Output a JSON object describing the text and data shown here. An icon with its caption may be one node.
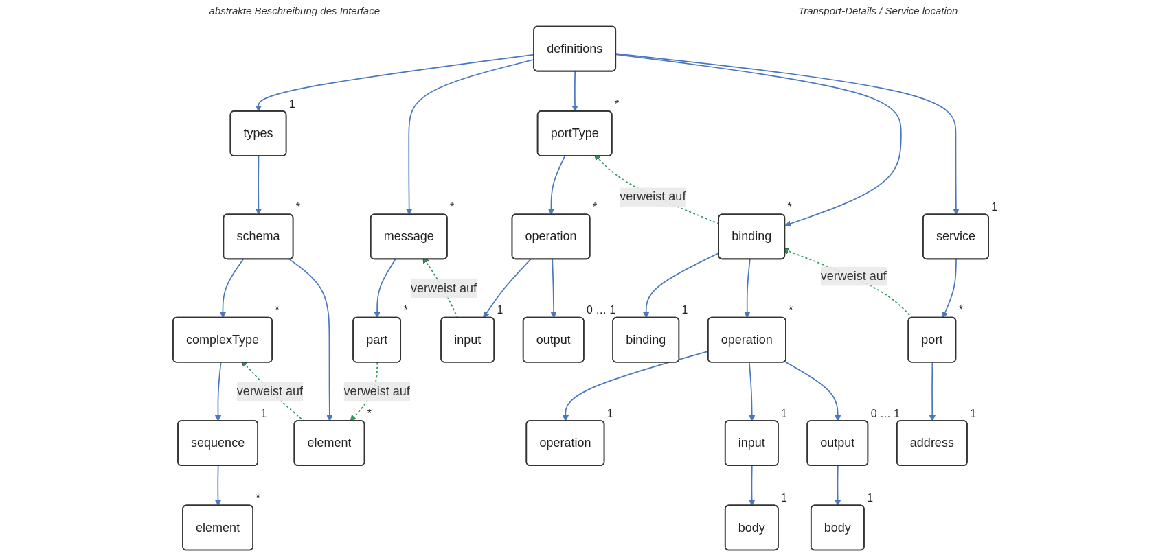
{
  "diagram": {
    "nodes": [
      {
        "text": [
          "definitions"
        ]
      },
      {
        "text": [
          "types"
        ],
        "beside": [
          "1"
        ]
      },
      {
        "text": [
          "message"
        ],
        "beside": [
          "*"
        ]
      },
      {
        "text": [
          "portType"
        ],
        "beside": [
          "*"
        ]
      },
      {
        "text": [
          "binding"
        ],
        "beside": [
          "*"
        ]
      },
      {
        "text": [
          "service"
        ],
        "beside": [
          "1"
        ]
      },
      {
        "text": [
          "schema"
        ],
        "beside": [
          "*"
        ]
      },
      {
        "text": [
          "part"
        ],
        "beside": [
          "*"
        ]
      },
      {
        "text": [
          "operation"
        ],
        "beside": [
          "*"
        ]
      },
      {
        "text": [
          "binding"
        ],
        "beside": [
          "1"
        ]
      },
      {
        "text": [
          "operation"
        ],
        "beside": [
          "*"
        ]
      },
      {
        "text": [
          "port"
        ],
        "beside": [
          "*"
        ]
      },
      {
        "text": [
          "complexType"
        ],
        "beside": [
          "*"
        ]
      },
      {
        "text": [
          "element"
        ],
        "beside": [
          "*"
        ]
      },
      {
        "text": [
          "address"
        ],
        "beside": [
          "1"
        ]
      },
      {
        "text": [
          "sequence"
        ],
        "beside": [
          "1"
        ]
      },
      {
        "text": [
          "input"
        ],
        "beside": [
          "1"
        ]
      },
      {
        "text": [
          "output"
        ],
        "beside": [
          "0 … 1"
        ]
      },
      {
        "text": [
          "operation"
        ],
        "beside": [
          "1"
        ]
      },
      {
        "text": [
          "input"
        ],
        "beside": [
          "1"
        ]
      },
      {
        "text": [
          "output"
        ],
        "beside": [
          "0 … 1"
        ]
      },
      {
        "text": [
          "element"
        ],
        "beside": [
          "*"
        ]
      },
      {
        "text": [
          "body"
        ],
        "beside": [
          "1"
        ]
      },
      {
        "text": [
          "body"
        ],
        "beside": [
          "1"
        ]
      }
    ],
    "edges": [
      {
        "from": 0,
        "to": 1,
        "arrow": "to"
      },
      {
        "from": 0,
        "to": 2,
        "arrow": "to"
      },
      {
        "from": 0,
        "to": 3,
        "arrow": "to"
      },
      {
        "from": 0,
        "to": 4,
        "arrow": "to"
      },
      {
        "from": 0,
        "to": 5,
        "arrow": "to"
      },
      {
        "from": 1,
        "to": 6,
        "arrow": "to"
      },
      {
        "from": 2,
        "to": 7,
        "arrow": "to"
      },
      {
        "from": 3,
        "to": 8,
        "arrow": "to"
      },
      {
        "from": 4,
        "to": 9,
        "arrow": "to"
      },
      {
        "from": 4,
        "to": 10,
        "arrow": "to"
      },
      {
        "from": 5,
        "to": 11,
        "arrow": "to"
      },
      {
        "from": 6,
        "to": 12,
        "arrow": "to"
      },
      {
        "from": 6,
        "to": 13,
        "arrow": "to"
      },
      {
        "from": 8,
        "to": 16,
        "arrow": "to"
      },
      {
        "from": 8,
        "to": 17,
        "arrow": "to"
      },
      {
        "from": 10,
        "to": 18,
        "arrow": "to"
      },
      {
        "from": 10,
        "to": 19,
        "arrow": "to"
      },
      {
        "from": 10,
        "to": 20,
        "arrow": "to"
      },
      {
        "from": 11,
        "to": 14,
        "arrow": "to"
      },
      {
        "from": 12,
        "to": 15,
        "arrow": "to"
      },
      {
        "from": 15,
        "to": 21,
        "arrow": "to"
      },
      {
        "from": 19,
        "to": 22,
        "arrow": "to"
      },
      {
        "from": 20,
        "to": 23,
        "arrow": "to"
      },
      {
        "from": 7,
        "to": 13,
        "arrow": "to",
        "label": "verweist auf",
        "style": "dashed",
        "color": "#2e9a5c"
      },
      {
        "from": 13,
        "to": 12,
        "arrow": "to",
        "label": "verweist auf",
        "style": "dashed",
        "color": "#2e9a5c"
      },
      {
        "from": 16,
        "to": 2,
        "arrow": "to",
        "label": "verweist auf",
        "style": "dashed",
        "color": "#2e9a5c"
      },
      {
        "from": 4,
        "to": 3,
        "arrow": "to",
        "label": "verweist auf",
        "style": "dashed",
        "color": "#2e9a5c"
      },
      {
        "from": 11,
        "to": 4,
        "arrow": "to",
        "label": "verweist auf",
        "style": "dashed",
        "color": "#2e9a5c"
      }
    ],
    "labels": [
      "abstrakte Beschreibung des Interface",
      "Transport-Details / Service location"
    ]
  }
}
